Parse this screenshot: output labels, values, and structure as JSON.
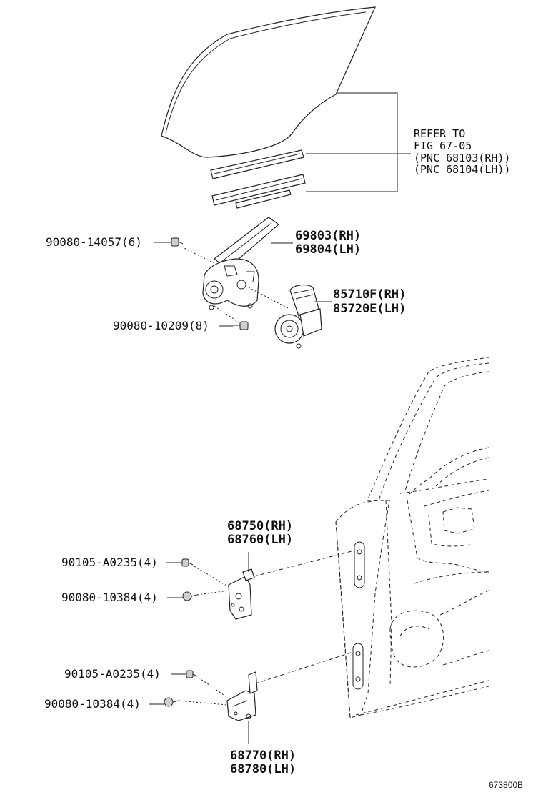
{
  "refer": {
    "line1": "REFER TO",
    "line2": "FIG 67-05",
    "line3": "(PNC 68103(RH))",
    "line4": "(PNC 68104(LH))"
  },
  "parts": {
    "screw_14057": "90080-14057(6)",
    "regulator_rh": "69803(RH)",
    "regulator_lh": "69804(LH)",
    "motor_rh": "85710F(RH)",
    "motor_lh": "85720E(LH)",
    "bolt_10209": "90080-10209(8)",
    "upper_hinge_rh": "68750(RH)",
    "upper_hinge_lh": "68760(LH)",
    "bolt_a0235_upper": "90105-A0235(4)",
    "bolt_10384_upper": "90080-10384(4)",
    "bolt_a0235_lower": "90105-A0235(4)",
    "bolt_10384_lower": "90080-10384(4)",
    "lower_hinge_rh": "68770(RH)",
    "lower_hinge_lh": "68780(LH)"
  },
  "figure_id": "673800B"
}
